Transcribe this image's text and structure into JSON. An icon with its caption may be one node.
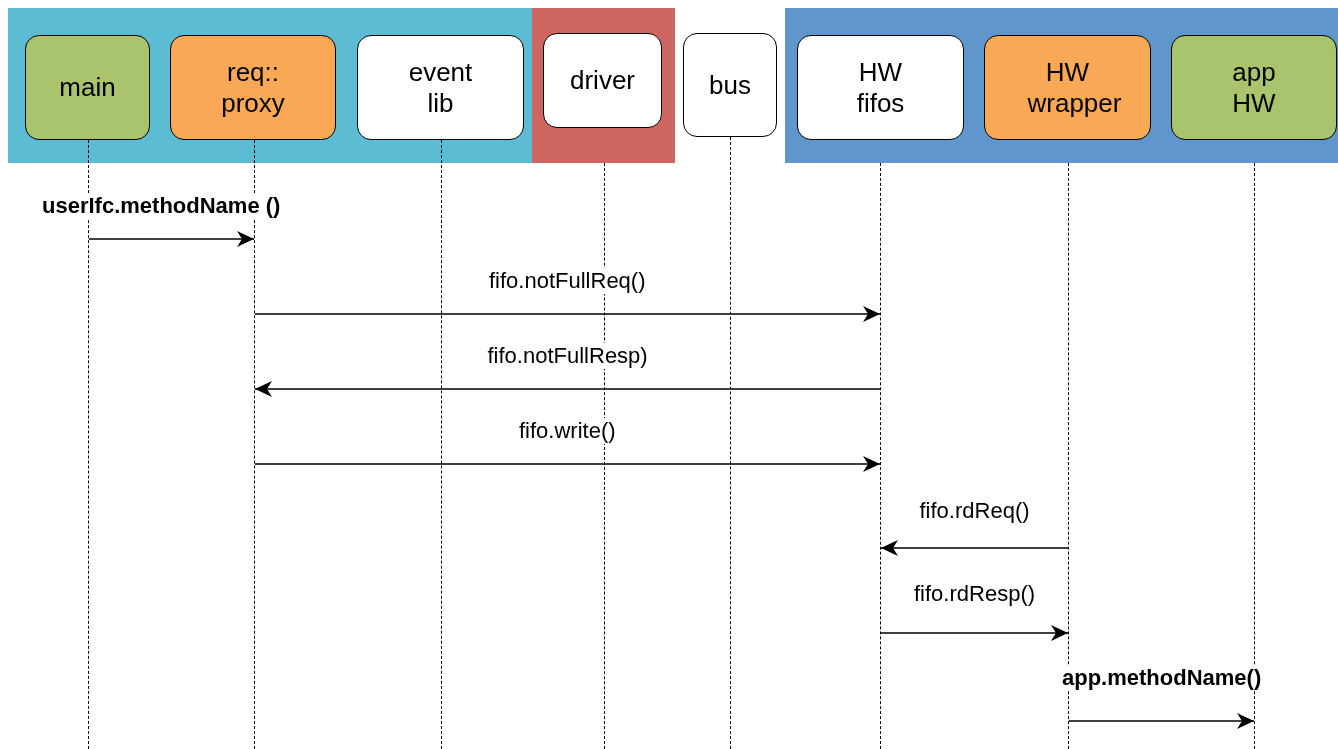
{
  "diagram": {
    "nodes": [
      {
        "text": [],
        "shape": "box"
      },
      {
        "text": [
          "main"
        ],
        "in": 0
      },
      {
        "text": [
          "req:: proxy"
        ],
        "in": 0
      },
      {
        "text": [
          "event lib"
        ],
        "in": 0
      },
      {
        "text": [],
        "shape": "box"
      },
      {
        "text": [
          "driver"
        ],
        "in": 4
      },
      {
        "text": [
          "bus"
        ]
      },
      {
        "text": [],
        "shape": "box"
      },
      {
        "text": [
          "HW fifos"
        ],
        "in": 7
      },
      {
        "text": [
          "HW wrapper"
        ],
        "in": 7
      },
      {
        "text": [
          "app HW"
        ],
        "in": 7
      },
      {
        "text": [],
        "shape": "line"
      },
      {
        "text": [],
        "shape": "line"
      },
      {
        "text": [],
        "shape": "line"
      },
      {
        "text": [],
        "shape": "line"
      },
      {
        "text": [],
        "shape": "line"
      },
      {
        "text": [],
        "shape": "line"
      },
      {
        "text": [],
        "shape": "line"
      },
      {
        "text": [],
        "shape": "line"
      }
    ],
    "edges": [
      {
        "from": 11,
        "to": 12,
        "arrow": "to",
        "label": "userIfc.methodName ()"
      },
      {
        "from": 12,
        "to": 16,
        "arrow": "to",
        "label": "fifo.notFullReq()"
      },
      {
        "from": 16,
        "to": 12,
        "arrow": "to",
        "label": "fifo.notFullResp)"
      },
      {
        "from": 12,
        "to": 16,
        "arrow": "to",
        "label": "fifo.write()"
      },
      {
        "from": 17,
        "to": 16,
        "arrow": "to",
        "label": "fifo.rdReq()"
      },
      {
        "from": 16,
        "to": 17,
        "arrow": "to",
        "label": "fifo.rdResp()"
      },
      {
        "from": 17,
        "to": 18,
        "arrow": "to",
        "label": "app.methodName()"
      }
    ]
  }
}
